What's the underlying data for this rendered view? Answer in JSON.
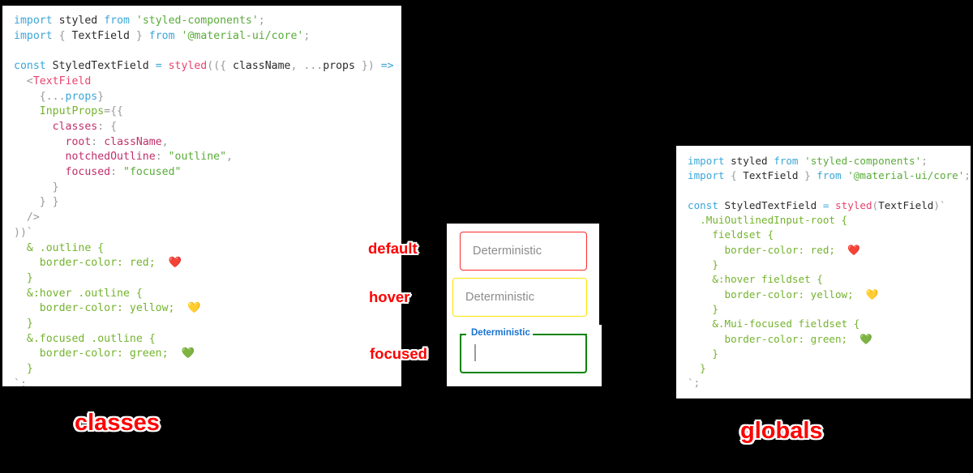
{
  "diagram": {
    "title_visible": false,
    "background_color": "#000000",
    "annotation_color": "#ff0000"
  },
  "panels": {
    "classes": {
      "caption": "classes",
      "code_lines": [
        [
          {
            "t": "import",
            "c": "key"
          },
          {
            "t": " ",
            "c": "plain"
          },
          {
            "t": "styled",
            "c": "plain"
          },
          {
            "t": " ",
            "c": "plain"
          },
          {
            "t": "from",
            "c": "key"
          },
          {
            "t": " ",
            "c": "plain"
          },
          {
            "t": "'styled-components'",
            "c": "str"
          },
          {
            "t": ";",
            "c": "punct"
          }
        ],
        [
          {
            "t": "import",
            "c": "key"
          },
          {
            "t": " ",
            "c": "plain"
          },
          {
            "t": "{ ",
            "c": "punct"
          },
          {
            "t": "TextField",
            "c": "plain"
          },
          {
            "t": " }",
            "c": "punct"
          },
          {
            "t": " ",
            "c": "plain"
          },
          {
            "t": "from",
            "c": "key"
          },
          {
            "t": " ",
            "c": "plain"
          },
          {
            "t": "'@material-ui/core'",
            "c": "str"
          },
          {
            "t": ";",
            "c": "punct"
          }
        ],
        [],
        [
          {
            "t": "const",
            "c": "key"
          },
          {
            "t": " ",
            "c": "plain"
          },
          {
            "t": "StyledTextField",
            "c": "plain"
          },
          {
            "t": " ",
            "c": "plain"
          },
          {
            "t": "=",
            "c": "key"
          },
          {
            "t": " ",
            "c": "plain"
          },
          {
            "t": "styled",
            "c": "fn"
          },
          {
            "t": "((",
            "c": "punct"
          },
          {
            "t": "{ ",
            "c": "punct"
          },
          {
            "t": "className",
            "c": "plain"
          },
          {
            "t": ",",
            "c": "punct"
          },
          {
            "t": " ",
            "c": "plain"
          },
          {
            "t": "...",
            "c": "punct"
          },
          {
            "t": "props",
            "c": "plain"
          },
          {
            "t": " })",
            "c": "punct"
          },
          {
            "t": " ",
            "c": "plain"
          },
          {
            "t": "=>",
            "c": "key"
          },
          {
            "t": " ",
            "c": "plain"
          },
          {
            "t": "(",
            "c": "punct"
          }
        ],
        [
          {
            "t": "  ",
            "c": "plain"
          },
          {
            "t": "<",
            "c": "punct"
          },
          {
            "t": "TextField",
            "c": "comp"
          }
        ],
        [
          {
            "t": "    ",
            "c": "plain"
          },
          {
            "t": "{...",
            "c": "punct"
          },
          {
            "t": "props",
            "c": "key"
          },
          {
            "t": "}",
            "c": "punct"
          }
        ],
        [
          {
            "t": "    ",
            "c": "plain"
          },
          {
            "t": "InputProps",
            "c": "attr"
          },
          {
            "t": "={{",
            "c": "punct"
          }
        ],
        [
          {
            "t": "      ",
            "c": "plain"
          },
          {
            "t": "classes",
            "c": "prop"
          },
          {
            "t": ": {",
            "c": "punct"
          }
        ],
        [
          {
            "t": "        ",
            "c": "plain"
          },
          {
            "t": "root",
            "c": "prop"
          },
          {
            "t": ": ",
            "c": "punct"
          },
          {
            "t": "className",
            "c": "prop"
          },
          {
            "t": ",",
            "c": "punct"
          }
        ],
        [
          {
            "t": "        ",
            "c": "plain"
          },
          {
            "t": "notchedOutline",
            "c": "prop"
          },
          {
            "t": ": ",
            "c": "punct"
          },
          {
            "t": "\"outline\"",
            "c": "str"
          },
          {
            "t": ",",
            "c": "punct"
          }
        ],
        [
          {
            "t": "        ",
            "c": "plain"
          },
          {
            "t": "focused",
            "c": "prop"
          },
          {
            "t": ": ",
            "c": "punct"
          },
          {
            "t": "\"focused\"",
            "c": "str"
          }
        ],
        [
          {
            "t": "      }",
            "c": "punct"
          }
        ],
        [
          {
            "t": "    } }",
            "c": "punct"
          }
        ],
        [
          {
            "t": "  />",
            "c": "punct"
          }
        ],
        [
          {
            "t": "))`",
            "c": "punct"
          }
        ],
        [
          {
            "t": "  ",
            "c": "plain"
          },
          {
            "t": "& .outline {",
            "c": "sel"
          }
        ],
        [
          {
            "t": "    ",
            "c": "plain"
          },
          {
            "t": "border-color: red;",
            "c": "cssprop"
          },
          {
            "t": "  ❤️",
            "c": "emoji"
          }
        ],
        [
          {
            "t": "  }",
            "c": "sel"
          }
        ],
        [
          {
            "t": "  ",
            "c": "plain"
          },
          {
            "t": "&:hover .outline {",
            "c": "sel"
          }
        ],
        [
          {
            "t": "    ",
            "c": "plain"
          },
          {
            "t": "border-color: yellow;",
            "c": "cssprop"
          },
          {
            "t": "  💛",
            "c": "emoji"
          }
        ],
        [
          {
            "t": "  }",
            "c": "sel"
          }
        ],
        [
          {
            "t": "  ",
            "c": "plain"
          },
          {
            "t": "&.focused .outline {",
            "c": "sel"
          }
        ],
        [
          {
            "t": "    ",
            "c": "plain"
          },
          {
            "t": "border-color: green;",
            "c": "cssprop"
          },
          {
            "t": "  💚",
            "c": "emoji"
          }
        ],
        [
          {
            "t": "  }",
            "c": "sel"
          }
        ],
        [
          {
            "t": "`;",
            "c": "punct"
          }
        ]
      ]
    },
    "globals": {
      "caption": "globals",
      "code_lines": [
        [
          {
            "t": "import",
            "c": "key"
          },
          {
            "t": " ",
            "c": "plain"
          },
          {
            "t": "styled",
            "c": "plain"
          },
          {
            "t": " ",
            "c": "plain"
          },
          {
            "t": "from",
            "c": "key"
          },
          {
            "t": " ",
            "c": "plain"
          },
          {
            "t": "'styled-components'",
            "c": "str"
          },
          {
            "t": ";",
            "c": "punct"
          }
        ],
        [
          {
            "t": "import",
            "c": "key"
          },
          {
            "t": " ",
            "c": "plain"
          },
          {
            "t": "{ ",
            "c": "punct"
          },
          {
            "t": "TextField",
            "c": "plain"
          },
          {
            "t": " }",
            "c": "punct"
          },
          {
            "t": " ",
            "c": "plain"
          },
          {
            "t": "from",
            "c": "key"
          },
          {
            "t": " ",
            "c": "plain"
          },
          {
            "t": "'@material-ui/core'",
            "c": "str"
          },
          {
            "t": ";",
            "c": "punct"
          }
        ],
        [],
        [
          {
            "t": "const",
            "c": "key"
          },
          {
            "t": " ",
            "c": "plain"
          },
          {
            "t": "StyledTextField",
            "c": "plain"
          },
          {
            "t": " ",
            "c": "plain"
          },
          {
            "t": "=",
            "c": "key"
          },
          {
            "t": " ",
            "c": "plain"
          },
          {
            "t": "styled",
            "c": "fn"
          },
          {
            "t": "(",
            "c": "punct"
          },
          {
            "t": "TextField",
            "c": "plain"
          },
          {
            "t": ")`",
            "c": "punct"
          }
        ],
        [
          {
            "t": "  ",
            "c": "plain"
          },
          {
            "t": ".MuiOutlinedInput-root {",
            "c": "sel"
          }
        ],
        [
          {
            "t": "    ",
            "c": "plain"
          },
          {
            "t": "fieldset {",
            "c": "sel"
          }
        ],
        [
          {
            "t": "      ",
            "c": "plain"
          },
          {
            "t": "border-color: red;",
            "c": "cssprop"
          },
          {
            "t": "  ❤️",
            "c": "emoji"
          }
        ],
        [
          {
            "t": "    }",
            "c": "sel"
          }
        ],
        [
          {
            "t": "    ",
            "c": "plain"
          },
          {
            "t": "&:hover fieldset {",
            "c": "sel"
          }
        ],
        [
          {
            "t": "      ",
            "c": "plain"
          },
          {
            "t": "border-color: yellow;",
            "c": "cssprop"
          },
          {
            "t": "  💛",
            "c": "emoji"
          }
        ],
        [
          {
            "t": "    }",
            "c": "sel"
          }
        ],
        [
          {
            "t": "    ",
            "c": "plain"
          },
          {
            "t": "&.Mui-focused fieldset {",
            "c": "sel"
          }
        ],
        [
          {
            "t": "      ",
            "c": "plain"
          },
          {
            "t": "border-color: green;",
            "c": "cssprop"
          },
          {
            "t": "  💚",
            "c": "emoji"
          }
        ],
        [
          {
            "t": "    }",
            "c": "sel"
          }
        ],
        [
          {
            "t": "  }",
            "c": "sel"
          }
        ],
        [
          {
            "t": "`;",
            "c": "punct"
          }
        ]
      ]
    }
  },
  "demo": {
    "annotations": {
      "default": "default",
      "hover": "hover",
      "focused": "focused"
    },
    "fields": {
      "default": {
        "label": "Deterministic",
        "border_color": "#fb2b2b",
        "state": "default"
      },
      "hover": {
        "label": "Deterministic",
        "border_color": "#ffe400",
        "state": "hover"
      },
      "focused": {
        "label": "Deterministic",
        "value": "",
        "border_color": "#068406",
        "label_color": "#1a73d0",
        "state": "focused"
      }
    }
  }
}
